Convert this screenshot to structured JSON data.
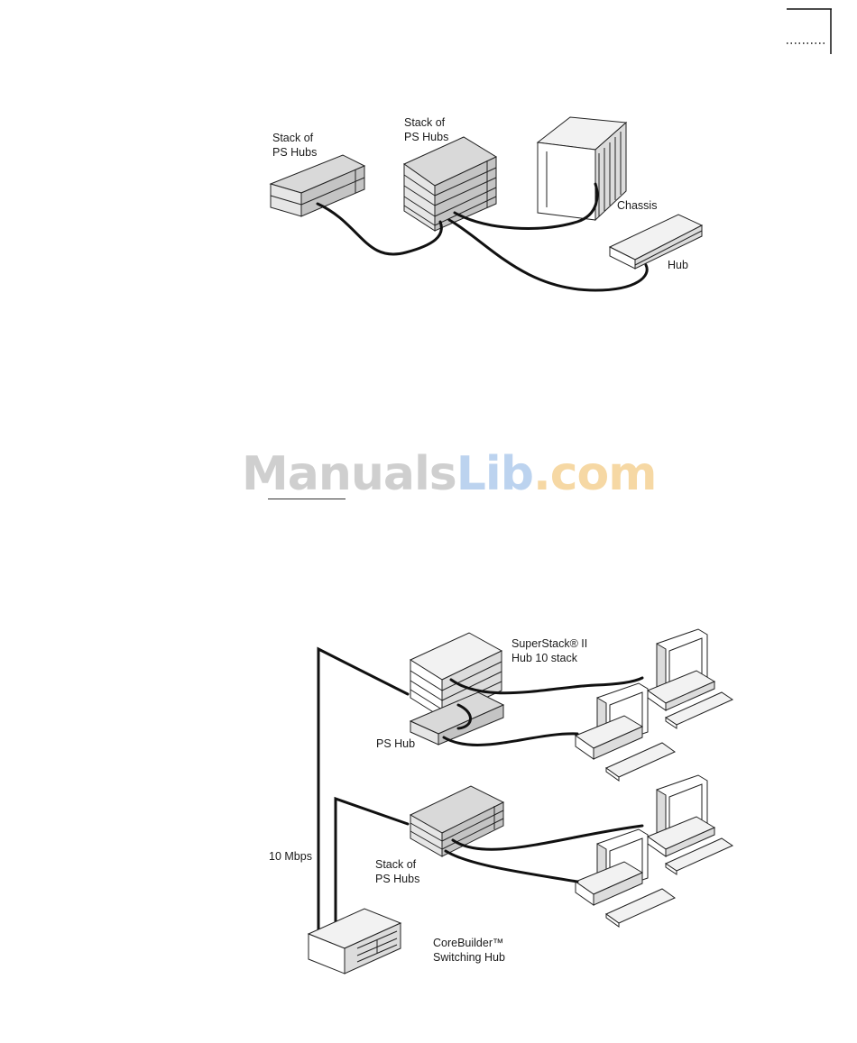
{
  "labels": {
    "top_stack_left": "Stack of\nPS Hubs",
    "top_stack_center": "Stack of\nPS Hubs",
    "chassis": "Chassis",
    "hub": "Hub",
    "superstack": "SuperStack® II\nHub 10 stack",
    "ps_hub": "PS Hub",
    "bottom_stack": "Stack of\nPS Hubs",
    "speed": "10 Mbps",
    "corebuilder": "CoreBuilder™\nSwitching Hub"
  },
  "watermark": {
    "part1": "Manuals",
    "part2": "Lib",
    "part3": ".com"
  },
  "colors": {
    "watermark_grey": "#cfcfcf",
    "watermark_blue": "#bcd3ef",
    "watermark_orange": "#f6d8a4"
  }
}
